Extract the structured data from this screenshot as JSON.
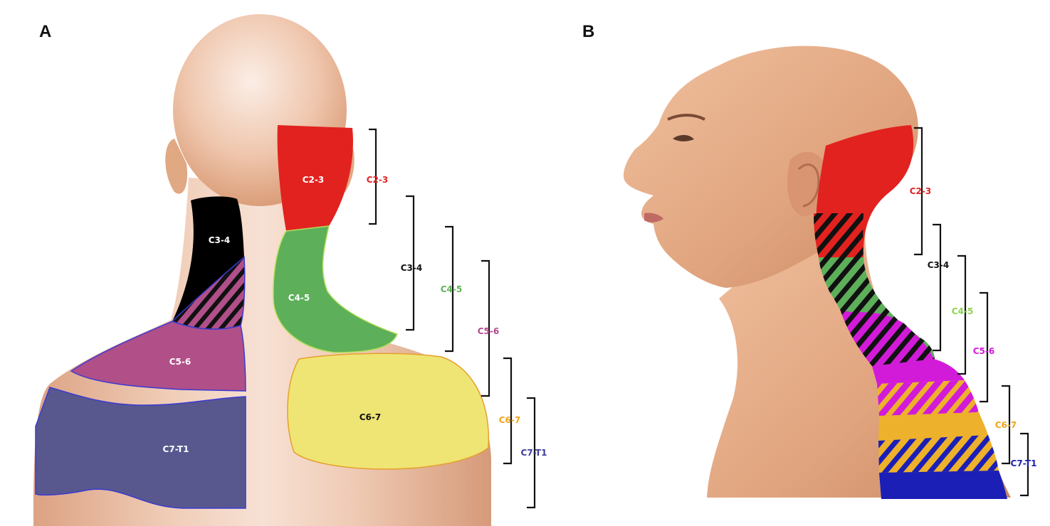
{
  "panels": {
    "a": {
      "label": "A"
    },
    "b": {
      "label": "B"
    }
  },
  "levels": {
    "c2_3": {
      "label": "C2-3",
      "color": "#e02424"
    },
    "c3_4": {
      "label": "C3-4",
      "color": "#111111"
    },
    "c4_5": {
      "label": "C4-5",
      "color": "#5fb15a"
    },
    "c5_6": {
      "label": "C5-6",
      "color": "#b24a8c"
    },
    "c6_7": {
      "label": "C6-7",
      "color": "#f2a31b"
    },
    "c7_t1": {
      "label": "C7-T1",
      "color": "#3d3d9c"
    }
  },
  "zone_colors": {
    "c2_3": "#e2221f",
    "c3_4": "#000000",
    "c4_5": "#5daf5a",
    "c5_6": "#b14f89",
    "c6_7": "#efe574",
    "c7_t1": "#58588f",
    "b_c5_6": "#d21bd8",
    "b_c6_7": "#edb12b",
    "b_c7_t1": "#1b1fb5"
  }
}
